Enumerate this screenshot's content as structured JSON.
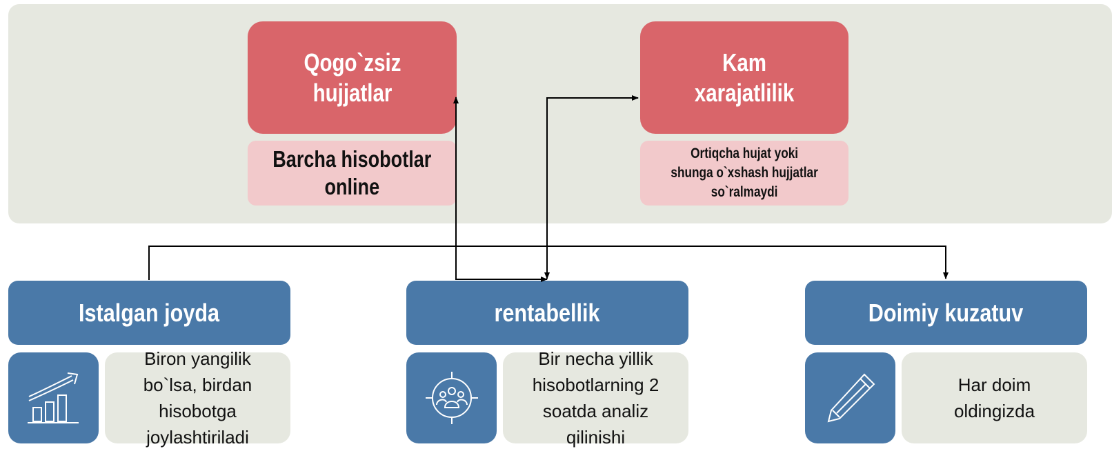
{
  "top": {
    "box1": {
      "title": "Qogo`zsiz\nhujjatlar",
      "subtitle": "Barcha hisobotlar\nonline"
    },
    "box2": {
      "title": "Kam\nxarajatlilik",
      "subtitle": "Ortiqcha hujat yoki\nshunga o`xshash hujjatlar\nso`ralmaydi"
    }
  },
  "bottom": [
    {
      "title": "Istalgan joyda",
      "desc": "Biron yangilik\nbo`lsa, birdan\nhisobotga\njoylashtiriladi",
      "icon": "growth-chart-icon"
    },
    {
      "title": "rentabellik",
      "desc": "Bir necha yillik\nhisobotlarning 2\nsoatda analiz\nqilinishi",
      "icon": "target-group-icon"
    },
    {
      "title": "Doimiy kuzatuv",
      "desc": "Har doim\noldingizda",
      "icon": "pencil-icon"
    }
  ],
  "colors": {
    "red": "#d9656a",
    "pink": "#f2c9cb",
    "blue": "#4a79a8",
    "panel": "#e6e8e0"
  }
}
